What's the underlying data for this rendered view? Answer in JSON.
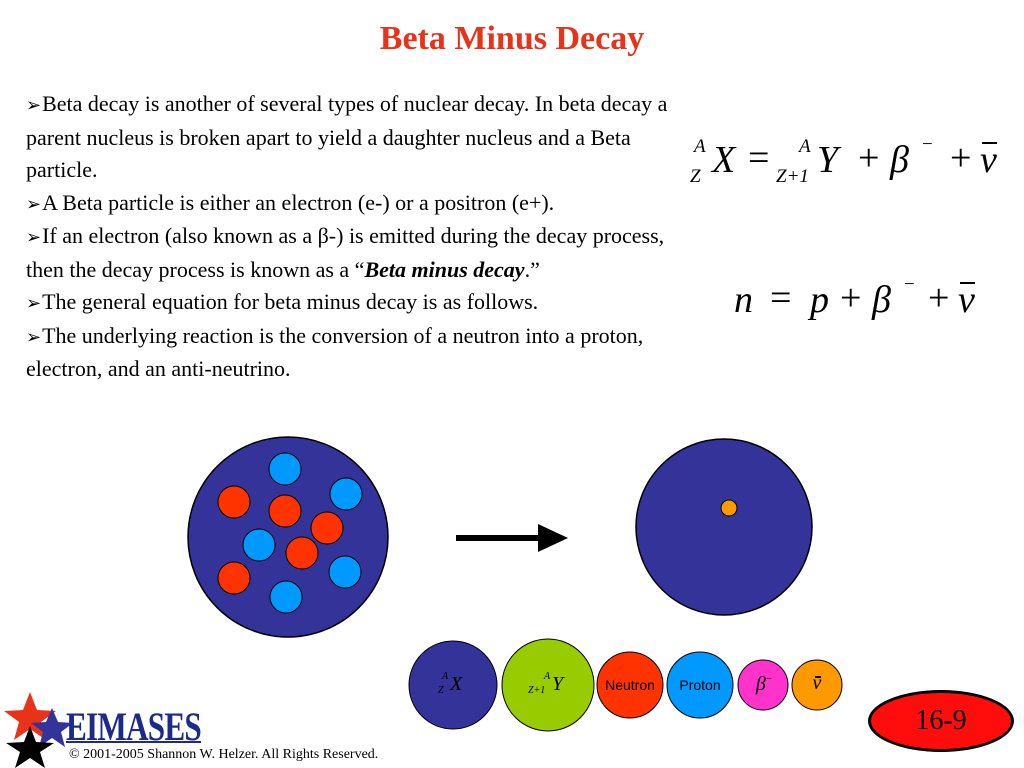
{
  "title": "Beta Minus Decay",
  "bullets": {
    "b1": "Beta decay is another of several types of nuclear decay.  In beta decay a parent nucleus is broken apart to yield a daughter nucleus and a Beta particle.",
    "b2": "A Beta particle is either an electron (e-) or a positron (e+).",
    "b3_pre": "If an electron (also known as a β-) is emitted during the decay process, then the decay process is known as a “",
    "b3_bold": "Beta minus decay",
    "b3_post": ".”",
    "b4": "The general equation for beta minus decay is as follows.",
    "b5": "The underlying reaction is the conversion of a neutron into a proton, electron, and an anti-neutrino."
  },
  "equation1": {
    "mass_number": "A",
    "atomic_number": "Z",
    "parent_symbol": "X",
    "equals": "=",
    "daughter_atomic_number": "Z+1",
    "daughter_symbol": "Y",
    "plus": "+",
    "beta": "β",
    "minus_sup": "−",
    "nu": "ν"
  },
  "equation2": {
    "n": "n",
    "equals": "=",
    "p": "p",
    "plus": "+",
    "beta": "β",
    "minus_sup": "−",
    "nu": "ν"
  },
  "legend": {
    "parent_symbol": "X",
    "daughter_symbol": "Y",
    "mass_number": "A",
    "atomic_number": "Z",
    "daughter_atomic_number": "Z+1",
    "neutron": "Neutron",
    "proton": "Proton",
    "beta": "β",
    "beta_sup": "−",
    "antineutrino": "ν"
  },
  "colors": {
    "title": "#e8331a",
    "nucleus": "#333399",
    "neutron": "#ff3300",
    "proton": "#0099ff",
    "daughter": "#99cc00",
    "beta": "#ff33cc",
    "antineutrino": "#ff9900",
    "page_badge": "#ff0d0d"
  },
  "logo": {
    "text": "EIMASES",
    "icon": "stars-logo-icon"
  },
  "page_number": "16-9",
  "copyright": "© 2001-2005 Shannon W. Helzer.  All Rights Reserved."
}
